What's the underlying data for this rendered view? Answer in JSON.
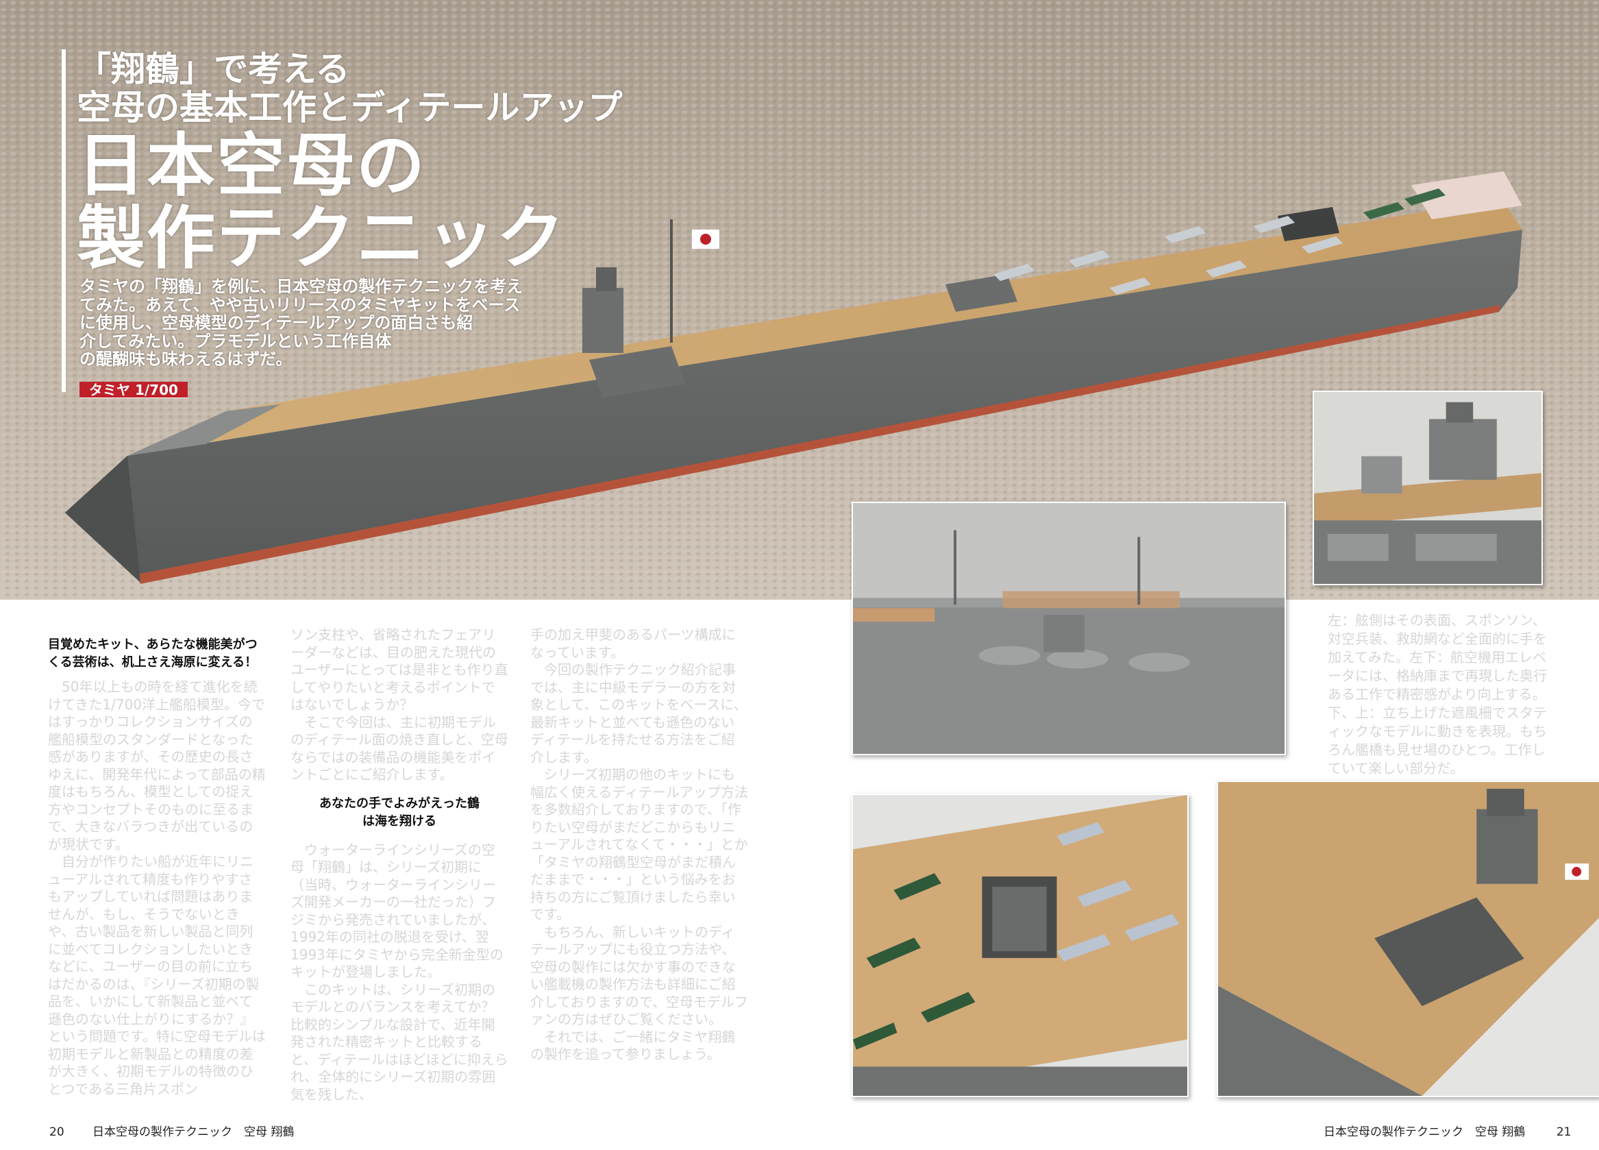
{
  "hero": {
    "title_line1": "「翔鶴」で考える",
    "title_line2": "空母の基本工作とディテールアップ",
    "title_main1": "日本空母の",
    "title_main2": "製作テクニック",
    "lead": "タミヤの「翔鶴」を例に、日本空母の製作テクニックを考え\nてみた。あえて、やや古いリリースのタミヤキットをベース\nに使用し、空母模型のディテールアップの面白さも紹\n介してみたい。プラモデルという工作自体\nの醍醐味も味わえるはずだ。",
    "badge": "タミヤ 1/700",
    "badge_color": "#c0202a"
  },
  "article": {
    "heading": "目覚めたキット、あらたな機能美がつくる芸術は、机上さえ海原に変える！",
    "col1": [
      "　50年以上もの時を経て進化を続けてきた1/700洋上艦船模型。今ではすっかりコレクションサイズの艦船模型のスタンダードとなった感がありますが、その歴史の長さゆえに、開発年代によって部品の精度はもちろん、模型としての捉え方やコンセプトそのものに至るまで、大きなバラつきが出ているのが現状です。",
      "　自分が作りたい船が近年にリニューアルされて精度も作りやすさもアップしていれば問題はありませんが、もし、そうでないときや、古い製品を新しい製品と同列に並べてコレクションしたいときなどに、ユーザーの目の前に立ちはだかるのは、『シリーズ初期の製品を、いかにして新製品と並べて遜色のない仕上がりにするか？』という問題です。特に空母モデルは初期モデルと新製品との精度の差が大きく、初期モデルの特徴のひとつである三角片スポン"
    ],
    "col2_before": [
      "ソン支柱や、省略されたフェアリーダーなどは、目の肥えた現代のユーザーにとっては是非とも作り直してやりたいと考えるポイントではないでしょうか？",
      "　そこで今回は、主に初期モデルのディテール面の焼き直しと、空母ならではの装備品の機能美をポイントごとにご紹介します。"
    ],
    "subheading_line1": "あなたの手でよみがえった鶴",
    "subheading_line2": "は海を翔ける",
    "col2_after": [
      "　ウォーターラインシリーズの空母「翔鶴」は、シリーズ初期に（当時、ウォーターラインシリーズ開発メーカーの一社だった）フジミから発売されていましたが、1992年の同社の脱退を受け、翌1993年にタミヤから完全新金型のキットが登場しました。",
      "　このキットは、シリーズ初期のモデルとのバランスを考えてか？　比較的シンプルな設計で、近年開発された精密キットと比較すると、ディテールはほどほどに抑えられ、全体的にシリーズ初期の雰囲気を残した、"
    ],
    "col3": [
      "手の加え甲斐のあるパーツ構成になっています。",
      "　今回の製作テクニック紹介記事では、主に中級モデラーの方を対象として、このキットをベースに、最新キットと並べても遜色のないディテールを持たせる方法をご紹介します。",
      "　シリーズ初期の他のキットにも幅広く使えるディテールアップ方法を多数紹介しておりますので、「作りたい空母がまだどこからもリニューアルされてなくて・・・」とか「タミヤの翔鶴型空母がまだ積んだままで・・・」という悩みをお持ちの方にご覧頂けましたら幸いです。",
      "　もちろん、新しいキットのディテールアップにも役立つ方法や、空母の製作には欠かす事のできない艦載機の製作方法も詳細にご紹介しておりますので、空母モデルファンの方はぜひご覧ください。",
      "　それでは、ご一緒にタミヤ翔鶴の製作を追って参りましょう。"
    ]
  },
  "caption": "左：舷側はその表面、スポンソン、対空兵装、救助網など全面的に手を加えてみた。左下：航空機用エレベータには、格納庫まで再現した奥行ある工作で精密感がより向上する。下、上：立ち上げた遮風柵でスタティックなモデルに動きを表現。もちろん艦橋も見せ場のひとつ。工作していて楽しい部分だ。",
  "footer": {
    "left_page": "20",
    "left_title": "日本空母の製作テクニック　空母 翔鶴",
    "right_title": "日本空母の製作テクニック　空母 翔鶴",
    "right_page": "21"
  }
}
